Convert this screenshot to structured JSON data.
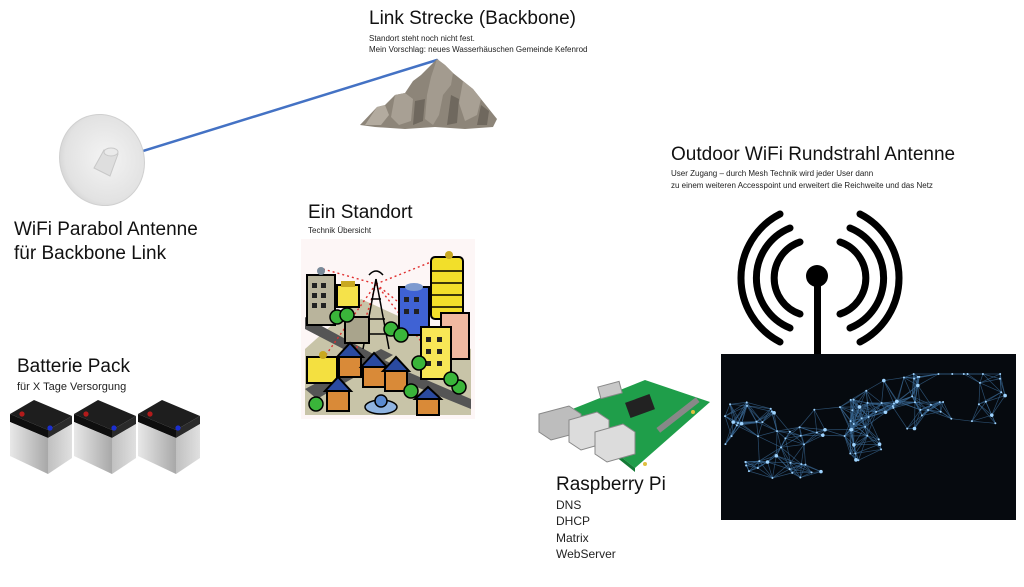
{
  "backbone": {
    "title": "Link Strecke (Backbone)",
    "lines": [
      "Standort steht noch nicht fest.",
      "Mein Vorschlag: neues Wasserhäuschen Gemeinde Kefenrod"
    ],
    "link_color": "#4472c4"
  },
  "parabol": {
    "title_lines": [
      "WiFi Parabol Antenne",
      "für Backbone Link"
    ]
  },
  "standort": {
    "title": "Ein Standort",
    "subtitle": "Technik Übersicht"
  },
  "battery": {
    "title": "Batterie Pack",
    "subtitle": "für X Tage Versorgung",
    "count": 3
  },
  "raspberry": {
    "title": "Raspberry Pi",
    "services": [
      "DNS",
      "DHCP",
      "Matrix",
      "WebServer"
    ]
  },
  "outdoor": {
    "title": "Outdoor WiFi Rundstrahl Antenne",
    "lines": [
      "User Zugang – durch Mesh Technik wird jeder User dann",
      "zu einem weiteren Accesspoint und erweitert die Reichweite und das Netz"
    ]
  }
}
